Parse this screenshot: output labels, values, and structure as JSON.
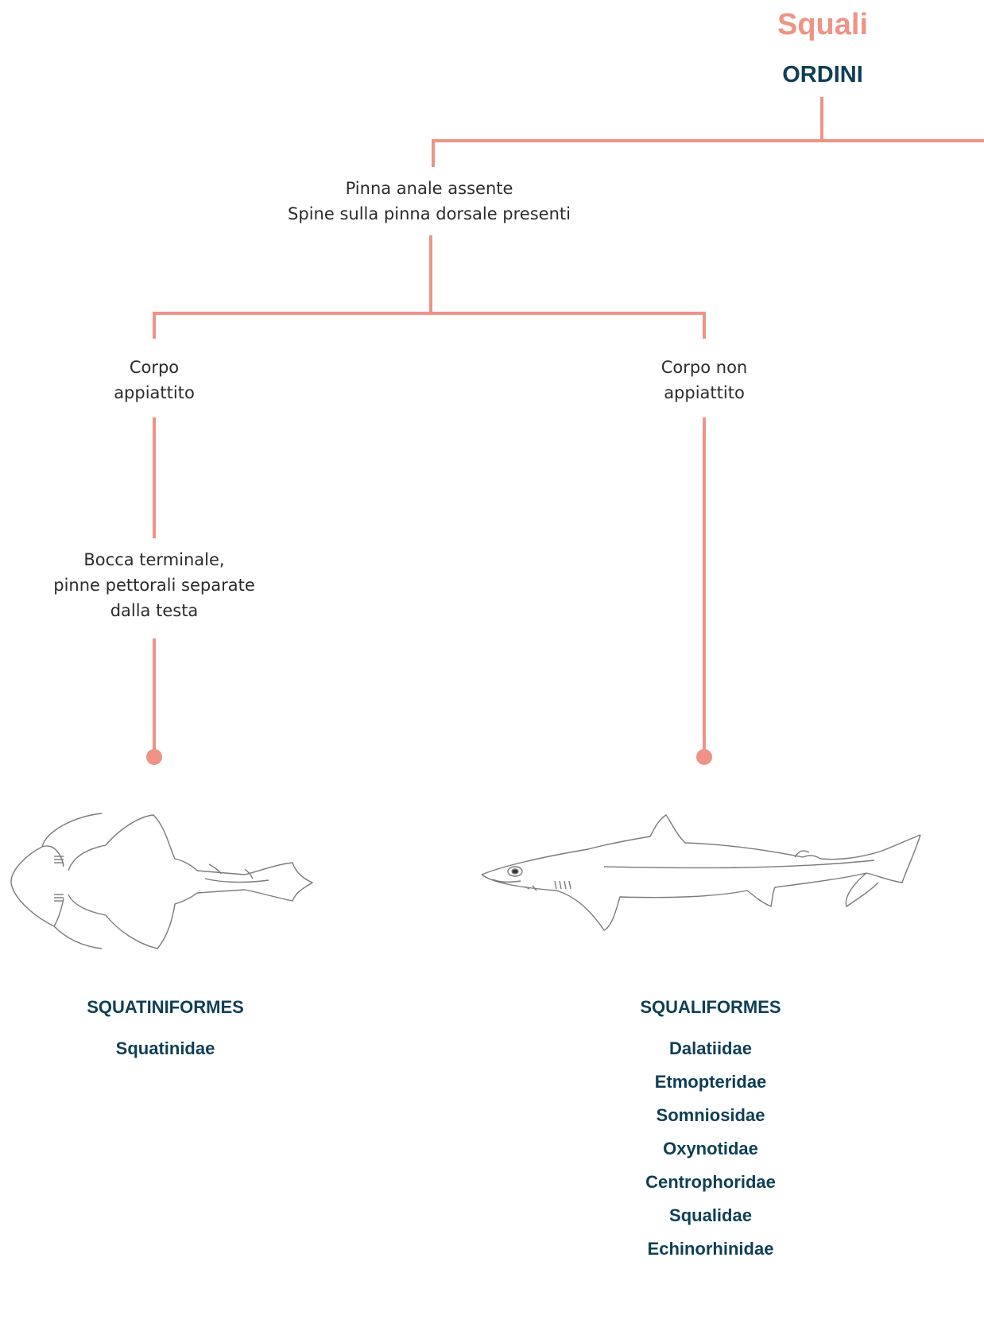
{
  "header": {
    "title": "Squali",
    "subtitle": "ORDINI"
  },
  "nodes": {
    "root_condition": [
      "Pinna anale assente",
      "Spine sulla pinna dorsale presenti"
    ],
    "left_condition": [
      "Corpo",
      "appiattito"
    ],
    "right_condition": [
      "Corpo non",
      "appiattito"
    ],
    "left_sub_condition": [
      "Bocca terminale,",
      "pinne pettorali separate",
      "dalla testa"
    ]
  },
  "orders": [
    {
      "name": "SQUATINIFORMES",
      "illustration": "angel-shark-illustration",
      "families": [
        "Squatinidae"
      ]
    },
    {
      "name": "SQUALIFORMES",
      "illustration": "dogfish-shark-illustration",
      "families": [
        "Dalatiidae",
        "Etmopteridae",
        "Somniosidae",
        "Oxynotidae",
        "Centrophoridae",
        "Squalidae",
        "Echinorhinidae"
      ]
    }
  ],
  "colors": {
    "accent": "#ef9387",
    "heading": "#0f3e56",
    "text": "#2b2b2b"
  }
}
